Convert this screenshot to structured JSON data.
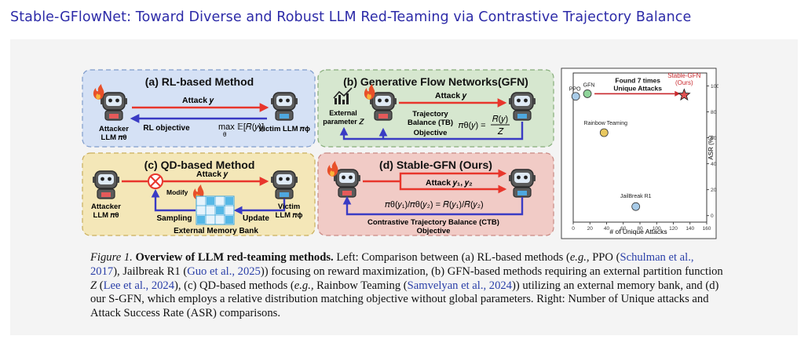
{
  "page": {
    "title": "Stable-GFlowNet: Toward Diverse and Robust  LLM Red-Teaming via Contrastive Trajectory Balance"
  },
  "panels": {
    "a": {
      "title": "(a) RL-based Method",
      "attack": "Attack 𝑦",
      "objective_label": "RL objective",
      "objective_formula": "max 𝔼[𝑅(𝑦)]",
      "objective_sub": "θ",
      "attacker": [
        "Attacker",
        "LLM 𝜋θ"
      ],
      "victim": "Victim LLM 𝜋ϕ"
    },
    "b": {
      "title": "(b) Generative Flow Networks(GFN)",
      "attack": "Attack 𝑦",
      "external": [
        "External",
        "parameter 𝑍"
      ],
      "tb": [
        "Trajectory",
        "Balance (TB)"
      ],
      "objective": "Objective",
      "formula_lhs": "𝜋θ(𝑦) =",
      "formula_num": "𝑅(𝑦)",
      "formula_den": "𝑍"
    },
    "c": {
      "title": "(c) QD-based Method",
      "attack": "Attack 𝑦",
      "modify": "Modify",
      "sampling": "Sampling",
      "update": "Update",
      "bank": "External Memory Bank",
      "attacker": [
        "Attacker",
        "LLM 𝜋θ"
      ],
      "victim": [
        "Victim",
        "LLM 𝜋ϕ"
      ]
    },
    "d": {
      "title": "(d) Stable-GFN (Ours)",
      "attack": "Attack 𝑦₁, 𝑦₂",
      "formula": "𝜋θ(𝑦₁)/𝜋θ(𝑦₂) = 𝑅(𝑦₁)/𝑅(𝑦₂)",
      "ctb": "Contrastive Trajectory Balance (CTB)",
      "objective": "Objective"
    }
  },
  "chart_data": {
    "type": "scatter",
    "title": "",
    "xlabel": "# of Unique Attacks",
    "ylabel": "ASR (%)",
    "xlim": [
      0,
      160
    ],
    "ylim": [
      -5,
      110
    ],
    "xticks": [
      0,
      20,
      40,
      60,
      80,
      100,
      120,
      140,
      160
    ],
    "yticks": [
      0,
      20,
      40,
      60,
      80,
      100
    ],
    "grid": false,
    "points": [
      {
        "name": "PPO",
        "x": 3,
        "y": 92,
        "color": "#a8cbe8"
      },
      {
        "name": "GFN",
        "x": 17,
        "y": 94,
        "color": "#8fd49a"
      },
      {
        "name": "Rainbow Teaming",
        "x": 37,
        "y": 64,
        "color": "#e8c860"
      },
      {
        "name": "JailBreak R1",
        "x": 75,
        "y": 7,
        "color": "#a8cbe8"
      },
      {
        "name": "Stable-GFN\n(Ours)",
        "x": 133,
        "y": 93,
        "color": "#e05252",
        "marker": "star"
      }
    ],
    "annotation": "Found 7 times\nUnique Attacks"
  },
  "caption": {
    "fig": "Figure 1.",
    "bold": "Overview of LLM red-teaming methods.",
    "t1": " Left: Comparison between (a) RL-based methods (",
    "eg1": "e.g.,",
    "t2": " PPO (",
    "cite1": "Schulman et al.,",
    "cite1b": "2017",
    "t3": "), Jailbreak R1 (",
    "cite2": "Guo et al., 2025",
    "t4": ")) focusing on reward maximization, (b) GFN-based methods requiring an external partition function",
    "t5": " (",
    "cite3": "Lee et al., 2024",
    "t6": "), (c) QD-based methods (",
    "eg2": "e.g.,",
    "t7": " Rainbow Teaming (",
    "cite4": "Samvelyan et al., 2024",
    "t8": ")) utilizing an external memory bank, and (d)",
    "l4": "our S-GFN, which employs a relative distribution matching objective without global parameters. Right: Number of Unique attacks and",
    "l5": "Attack Success Rate (ASR) comparisons."
  }
}
